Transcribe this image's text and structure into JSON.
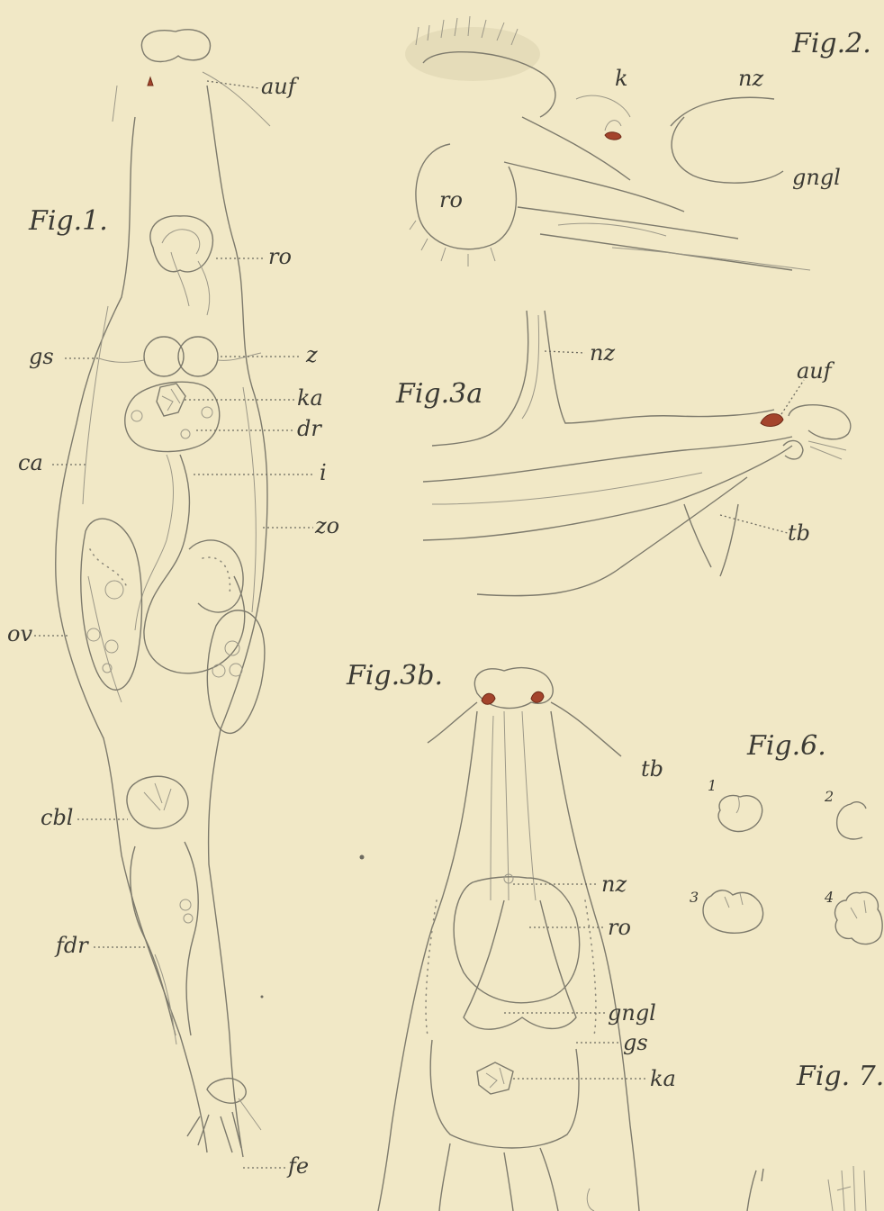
{
  "colors": {
    "paper": "#f1e8c6",
    "ink": "#7d7a6c",
    "text": "#3b3a34",
    "eyespot": "#a4442c"
  },
  "figures": {
    "fig1": {
      "title": "Fig.1.",
      "labels": {
        "auf": "auf",
        "ro": "ro",
        "gs": "gs",
        "z": "z",
        "ka": "ka",
        "dr": "dr",
        "ca": "ca",
        "i": "i",
        "zo": "zo",
        "ov": "ov",
        "cbl": "cbl",
        "fdr": "fdr",
        "fe": "fe"
      }
    },
    "fig2": {
      "title": "Fig.2.",
      "labels": {
        "k": "k",
        "nz": "nz",
        "ro": "ro",
        "gngl": "gngl"
      }
    },
    "fig3a": {
      "title": "Fig.3a",
      "labels": {
        "nz": "nz",
        "auf": "auf",
        "tb": "tb"
      }
    },
    "fig3b": {
      "title": "Fig.3b.",
      "labels": {
        "tb": "tb",
        "nz": "nz",
        "ro": "ro",
        "gngl": "gngl",
        "gs": "gs",
        "ka": "ka"
      }
    },
    "fig6": {
      "title": "Fig.6.",
      "numbers": [
        "1",
        "2",
        "3",
        "4"
      ]
    },
    "fig7": {
      "title": "Fig. 7."
    }
  }
}
